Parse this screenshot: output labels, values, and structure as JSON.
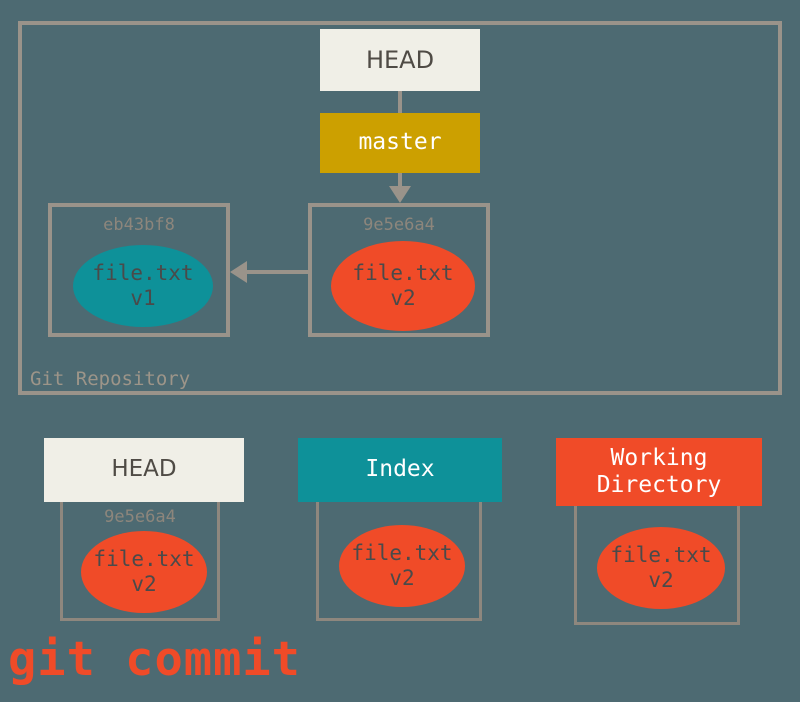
{
  "diagram": {
    "command_caption": "git commit",
    "background_color": "#4d6a72",
    "frame_color": "#9a938a"
  },
  "repository": {
    "label": "Git Repository",
    "pointers": {
      "head": {
        "label": "HEAD",
        "bg": "#f0efe7",
        "fg": "#4f4b45"
      },
      "branch": {
        "label": "master",
        "bg": "#cca000",
        "fg": "#ffffff"
      }
    },
    "commits": [
      {
        "hash": "eb43bf8",
        "blob_name": "file.txt",
        "blob_version": "v1",
        "blob_color": "#0e9199"
      },
      {
        "hash": "9e5e6a4",
        "blob_name": "file.txt",
        "blob_version": "v2",
        "blob_color": "#f04b28"
      }
    ]
  },
  "areas": [
    {
      "title": "HEAD",
      "title_bg": "#f0efe7",
      "title_fg": "#4f4b45",
      "hash": "9e5e6a4",
      "blob_name": "file.txt",
      "blob_version": "v2",
      "blob_color": "#f04b28"
    },
    {
      "title": "Index",
      "title_bg": "#0e9199",
      "title_fg": "#ffffff",
      "hash": "",
      "blob_name": "file.txt",
      "blob_version": "v2",
      "blob_color": "#f04b28"
    },
    {
      "title_line1": "Working",
      "title_line2": "Directory",
      "title_bg": "#f04b28",
      "title_fg": "#ffffff",
      "hash": "",
      "blob_name": "file.txt",
      "blob_version": "v2",
      "blob_color": "#f04b28"
    }
  ]
}
